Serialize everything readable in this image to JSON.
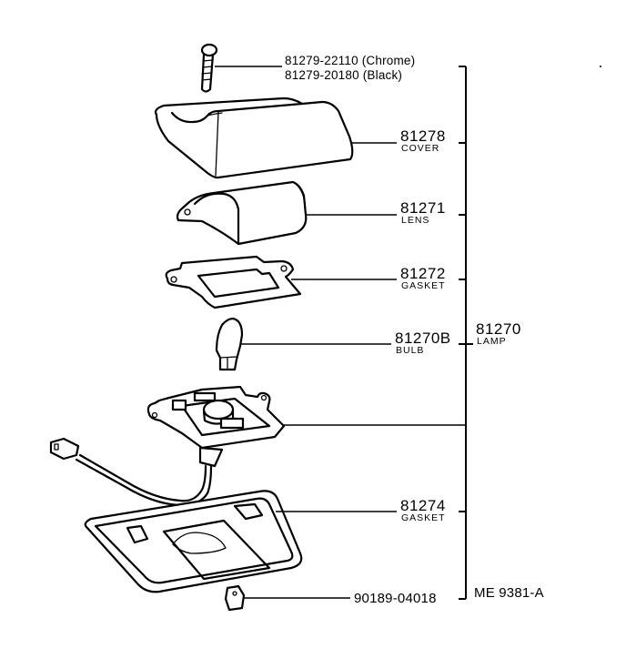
{
  "diagram": {
    "reference_code": "ME 9381-A",
    "parts": [
      {
        "id": "screw",
        "part_number": "81279-22110 (Chrome)",
        "part_number_alt": "81279-20180 (Black)",
        "name": ""
      },
      {
        "id": "cover",
        "part_number": "81278",
        "name": "COVER"
      },
      {
        "id": "lens",
        "part_number": "81271",
        "name": "LENS"
      },
      {
        "id": "gasket_upper",
        "part_number": "81272",
        "name": "GASKET"
      },
      {
        "id": "bulb",
        "part_number": "81270B",
        "name": "BULB"
      },
      {
        "id": "lamp_assembly",
        "part_number": "81270",
        "name": "LAMP"
      },
      {
        "id": "gasket_lower",
        "part_number": "81274",
        "name": "GASKET"
      },
      {
        "id": "clip_nut",
        "part_number": "90189-04018",
        "name": ""
      }
    ]
  }
}
